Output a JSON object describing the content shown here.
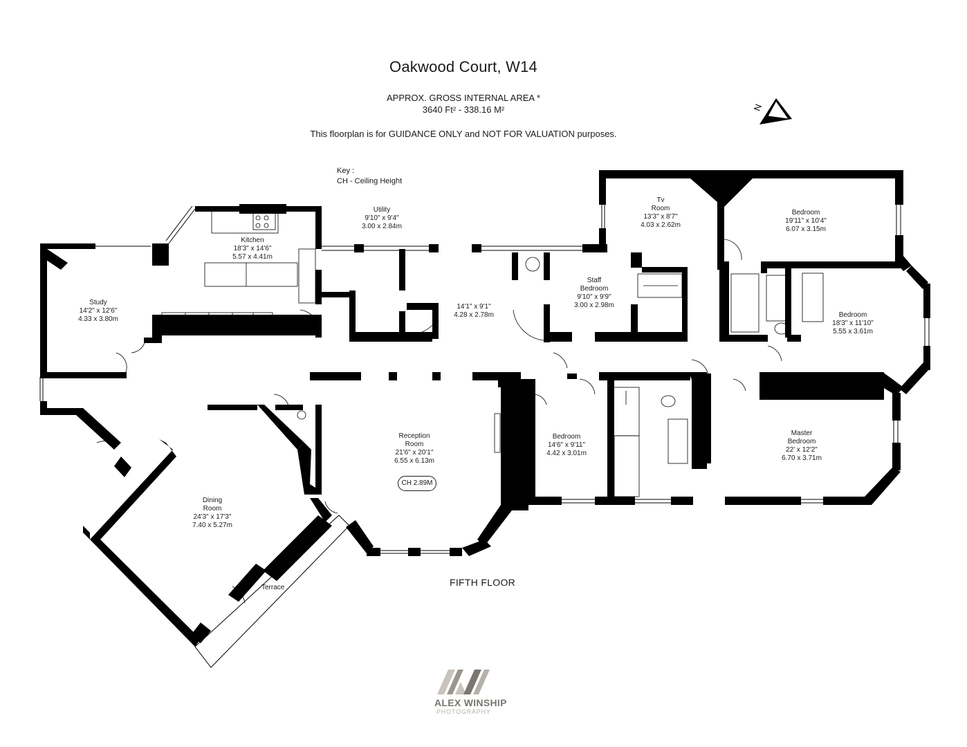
{
  "header": {
    "title": "Oakwood Court, W14",
    "area_label": "APPROX. GROSS INTERNAL  AREA *",
    "area_value": "3640 Ft² - 338.16 M²",
    "disclaimer": "This floorplan is for GUIDANCE ONLY and NOT FOR VALUATION purposes."
  },
  "key": {
    "heading": "Key :",
    "entry": "CH - Ceiling Height"
  },
  "compass": {
    "letter": "N"
  },
  "rooms": {
    "study": {
      "name": "Study",
      "imperial": "14'2\" x 12'6\"",
      "metric": "4.33 x 3.80m"
    },
    "kitchen": {
      "name": "Kitchen",
      "imperial": "18'3\" x 14'6\"",
      "metric": "5.57 x 4.41m"
    },
    "utility": {
      "name": "Utility",
      "imperial": "9'10\" x 9'4\"",
      "metric": "3.00 x 2.84m"
    },
    "hall": {
      "imperial": "14'1\" x 9'1\"",
      "metric": "4.28 x 2.78m"
    },
    "tv_room": {
      "name_line1": "Tv",
      "name_line2": "Room",
      "imperial": "13'3\" x 8'7\"",
      "metric": "4.03 x 2.62m"
    },
    "bedroom_top": {
      "name": "Bedroom",
      "imperial": "19'11\" x 10'4\"",
      "metric": "6.07 x 3.15m"
    },
    "staff_bedroom": {
      "name_line1": "Staff",
      "name_line2": "Bedroom",
      "imperial": "9'10\" x 9'9\"",
      "metric": "3.00 x 2.98m"
    },
    "bedroom_right": {
      "name": "Bedroom",
      "imperial": "18'3\" x 11'10\"",
      "metric": "5.55 x 3.61m"
    },
    "reception": {
      "name_line1": "Reception",
      "name_line2": "Room",
      "imperial": "21'6\" x 20'1\"",
      "metric": "6.55 x 6.13m",
      "ceiling": "CH 2.89M"
    },
    "bedroom_mid": {
      "name": "Bedroom",
      "imperial": "14'6\" x 9'11\"",
      "metric": "4.42 x 3.01m"
    },
    "master": {
      "name_line1": "Master",
      "name_line2": "Bedroom",
      "imperial": "22' x 12'2\"",
      "metric": "6.70 x 3.71m"
    },
    "dining": {
      "name_line1": "Dining",
      "name_line2": "Room",
      "imperial": "24'3\" x 17'3\"",
      "metric": "7.40 x 5.27m"
    },
    "terrace": {
      "name": "Terrace"
    }
  },
  "floor_label": "FIFTH FLOOR",
  "logo": {
    "brand": "ALEX WINSHIP",
    "sub": "PHOTOGRAPHY"
  }
}
